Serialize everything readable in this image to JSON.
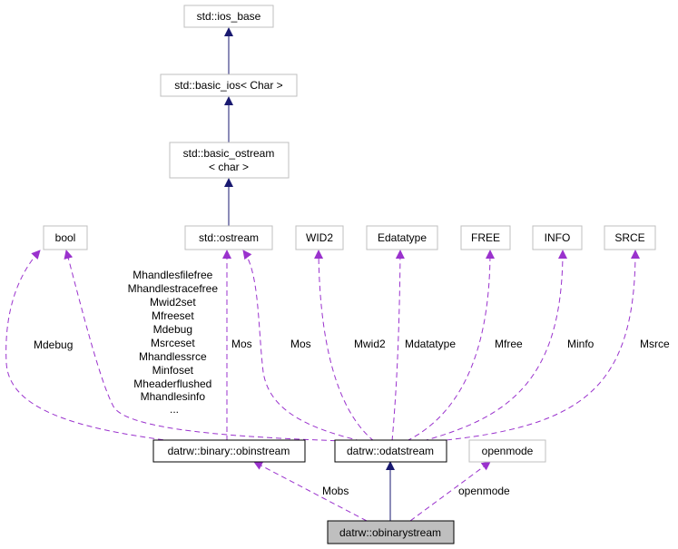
{
  "nodes": {
    "ios_base": {
      "label": "std::ios_base",
      "style": "grey"
    },
    "basic_ios": {
      "label": "std::basic_ios< Char >",
      "style": "grey"
    },
    "basic_ostream_1": {
      "label": "std::basic_ostream",
      "style": "grey"
    },
    "basic_ostream_2": {
      "label": "< char >",
      "style": "grey"
    },
    "bool": {
      "label": "bool",
      "style": "grey"
    },
    "ostream": {
      "label": "std::ostream",
      "style": "grey"
    },
    "wid2": {
      "label": "WID2",
      "style": "grey"
    },
    "edatatype": {
      "label": "Edatatype",
      "style": "grey"
    },
    "free": {
      "label": "FREE",
      "style": "grey"
    },
    "info": {
      "label": "INFO",
      "style": "grey"
    },
    "srce": {
      "label": "SRCE",
      "style": "grey"
    },
    "obinstream": {
      "label": "datrw::binary::obinstream",
      "style": "black"
    },
    "odatstream": {
      "label": "datrw::odatstream",
      "style": "black"
    },
    "openmode": {
      "label": "openmode",
      "style": "grey"
    },
    "obinarystream": {
      "label": "datrw::obinarystream",
      "style": "filled"
    }
  },
  "edge_labels": {
    "mdebug": "Mdebug",
    "ostream_multi": [
      "Mhandlesfilefree",
      "Mhandlestracefree",
      "Mwid2set",
      "Mfreeset",
      "Mdebug",
      "Msrceset",
      "Mhandlessrce",
      "Minfoset",
      "Mheaderflushed",
      "Mhandlesinfo",
      "..."
    ],
    "mos_left": "Mos",
    "mos_right": "Mos",
    "mwid2": "Mwid2",
    "mdatatype": "Mdatatype",
    "mfree": "Mfree",
    "minfo": "Minfo",
    "msrce": "Msrce",
    "mobs": "Mobs",
    "openmode": "openmode"
  },
  "colors": {
    "inheritance_edge": "#191970",
    "usage_edge": "#9a32cd",
    "grey_border": "#bfbfbf",
    "black_border": "#000000",
    "filled_node": "#bfbfbf"
  }
}
